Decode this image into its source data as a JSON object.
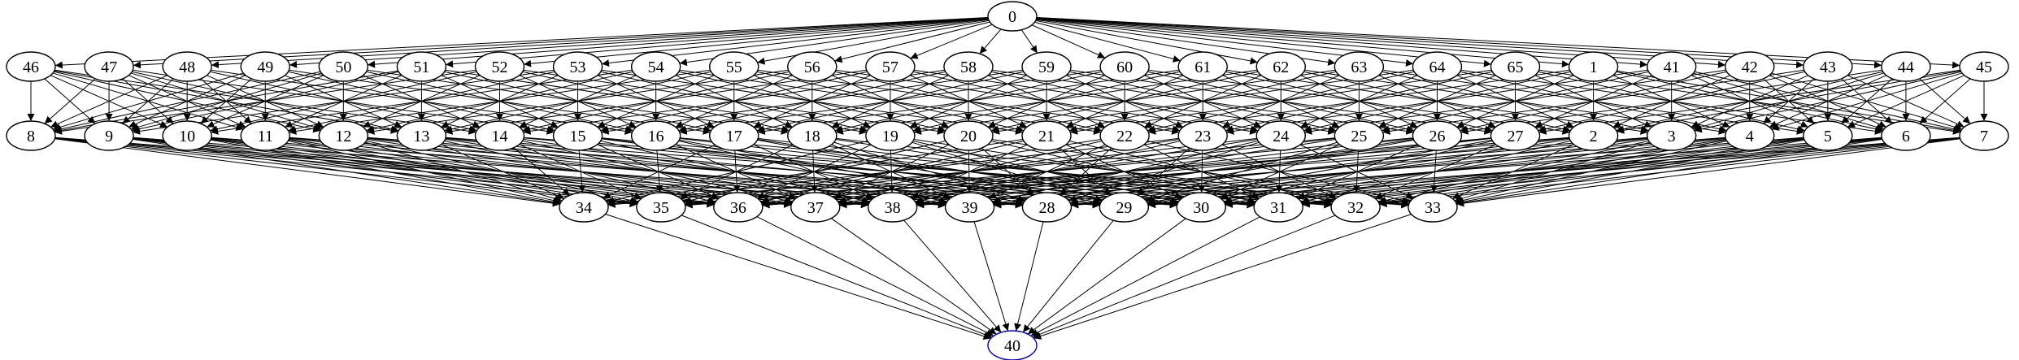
{
  "graph": {
    "rows": [
      [
        "0"
      ],
      [
        "46",
        "47",
        "48",
        "49",
        "50",
        "51",
        "52",
        "53",
        "54",
        "55",
        "56",
        "57",
        "58",
        "59",
        "60",
        "61",
        "62",
        "63",
        "64",
        "65",
        "1",
        "41",
        "42",
        "43",
        "44",
        "45"
      ],
      [
        "8",
        "9",
        "10",
        "11",
        "12",
        "13",
        "14",
        "15",
        "16",
        "17",
        "18",
        "19",
        "20",
        "21",
        "22",
        "23",
        "24",
        "25",
        "26",
        "27",
        "2",
        "3",
        "4",
        "5",
        "6",
        "7"
      ],
      [
        "34",
        "35",
        "36",
        "37",
        "38",
        "39",
        "28",
        "29",
        "30",
        "31",
        "32",
        "33"
      ],
      [
        "40"
      ]
    ],
    "highlight_nodes": [
      "40"
    ],
    "colors": {
      "background": "#ffffff",
      "node_stroke": "#000000",
      "highlight_stroke": "#0000cc",
      "edge": "#000000",
      "text": "#000000"
    },
    "edges": [
      [
        "0",
        "46"
      ],
      [
        "0",
        "47"
      ],
      [
        "0",
        "48"
      ],
      [
        "0",
        "49"
      ],
      [
        "0",
        "50"
      ],
      [
        "0",
        "51"
      ],
      [
        "0",
        "52"
      ],
      [
        "0",
        "53"
      ],
      [
        "0",
        "54"
      ],
      [
        "0",
        "55"
      ],
      [
        "0",
        "56"
      ],
      [
        "0",
        "57"
      ],
      [
        "0",
        "58"
      ],
      [
        "0",
        "59"
      ],
      [
        "0",
        "60"
      ],
      [
        "0",
        "61"
      ],
      [
        "0",
        "62"
      ],
      [
        "0",
        "63"
      ],
      [
        "0",
        "64"
      ],
      [
        "0",
        "65"
      ],
      [
        "0",
        "1"
      ],
      [
        "0",
        "41"
      ],
      [
        "0",
        "42"
      ],
      [
        "0",
        "43"
      ],
      [
        "0",
        "44"
      ],
      [
        "0",
        "45"
      ],
      [
        "46",
        "8"
      ],
      [
        "46",
        "9"
      ],
      [
        "46",
        "10"
      ],
      [
        "46",
        "11"
      ],
      [
        "46",
        "12"
      ],
      [
        "46",
        "13"
      ],
      [
        "46",
        "14"
      ],
      [
        "47",
        "8"
      ],
      [
        "47",
        "9"
      ],
      [
        "47",
        "10"
      ],
      [
        "47",
        "11"
      ],
      [
        "47",
        "12"
      ],
      [
        "47",
        "13"
      ],
      [
        "47",
        "15"
      ],
      [
        "48",
        "8"
      ],
      [
        "48",
        "9"
      ],
      [
        "48",
        "10"
      ],
      [
        "48",
        "11"
      ],
      [
        "48",
        "12"
      ],
      [
        "48",
        "14"
      ],
      [
        "48",
        "16"
      ],
      [
        "49",
        "8"
      ],
      [
        "49",
        "9"
      ],
      [
        "49",
        "10"
      ],
      [
        "49",
        "11"
      ],
      [
        "49",
        "13"
      ],
      [
        "49",
        "15"
      ],
      [
        "49",
        "17"
      ],
      [
        "50",
        "8"
      ],
      [
        "50",
        "9"
      ],
      [
        "50",
        "10"
      ],
      [
        "50",
        "12"
      ],
      [
        "50",
        "14"
      ],
      [
        "50",
        "16"
      ],
      [
        "50",
        "18"
      ],
      [
        "51",
        "8"
      ],
      [
        "51",
        "9"
      ],
      [
        "51",
        "11"
      ],
      [
        "51",
        "13"
      ],
      [
        "51",
        "15"
      ],
      [
        "51",
        "17"
      ],
      [
        "51",
        "19"
      ],
      [
        "52",
        "8"
      ],
      [
        "52",
        "10"
      ],
      [
        "52",
        "12"
      ],
      [
        "52",
        "14"
      ],
      [
        "52",
        "16"
      ],
      [
        "52",
        "18"
      ],
      [
        "52",
        "20"
      ],
      [
        "53",
        "9"
      ],
      [
        "53",
        "11"
      ],
      [
        "53",
        "13"
      ],
      [
        "53",
        "15"
      ],
      [
        "53",
        "17"
      ],
      [
        "53",
        "19"
      ],
      [
        "53",
        "21"
      ],
      [
        "54",
        "10"
      ],
      [
        "54",
        "12"
      ],
      [
        "54",
        "14"
      ],
      [
        "54",
        "16"
      ],
      [
        "54",
        "18"
      ],
      [
        "54",
        "20"
      ],
      [
        "54",
        "22"
      ],
      [
        "55",
        "11"
      ],
      [
        "55",
        "13"
      ],
      [
        "55",
        "15"
      ],
      [
        "55",
        "17"
      ],
      [
        "55",
        "19"
      ],
      [
        "55",
        "21"
      ],
      [
        "55",
        "23"
      ],
      [
        "56",
        "12"
      ],
      [
        "56",
        "14"
      ],
      [
        "56",
        "16"
      ],
      [
        "56",
        "18"
      ],
      [
        "56",
        "20"
      ],
      [
        "56",
        "22"
      ],
      [
        "56",
        "24"
      ],
      [
        "57",
        "13"
      ],
      [
        "57",
        "15"
      ],
      [
        "57",
        "17"
      ],
      [
        "57",
        "19"
      ],
      [
        "57",
        "21"
      ],
      [
        "57",
        "23"
      ],
      [
        "57",
        "25"
      ],
      [
        "58",
        "14"
      ],
      [
        "58",
        "16"
      ],
      [
        "58",
        "18"
      ],
      [
        "58",
        "20"
      ],
      [
        "58",
        "22"
      ],
      [
        "58",
        "24"
      ],
      [
        "58",
        "26"
      ],
      [
        "59",
        "15"
      ],
      [
        "59",
        "17"
      ],
      [
        "59",
        "19"
      ],
      [
        "59",
        "21"
      ],
      [
        "59",
        "23"
      ],
      [
        "59",
        "25"
      ],
      [
        "59",
        "27"
      ],
      [
        "60",
        "16"
      ],
      [
        "60",
        "18"
      ],
      [
        "60",
        "20"
      ],
      [
        "60",
        "22"
      ],
      [
        "60",
        "24"
      ],
      [
        "60",
        "26"
      ],
      [
        "60",
        "2"
      ],
      [
        "61",
        "17"
      ],
      [
        "61",
        "19"
      ],
      [
        "61",
        "21"
      ],
      [
        "61",
        "23"
      ],
      [
        "61",
        "25"
      ],
      [
        "61",
        "27"
      ],
      [
        "61",
        "3"
      ],
      [
        "62",
        "18"
      ],
      [
        "62",
        "20"
      ],
      [
        "62",
        "22"
      ],
      [
        "62",
        "24"
      ],
      [
        "62",
        "26"
      ],
      [
        "62",
        "2"
      ],
      [
        "62",
        "4"
      ],
      [
        "63",
        "19"
      ],
      [
        "63",
        "21"
      ],
      [
        "63",
        "23"
      ],
      [
        "63",
        "25"
      ],
      [
        "63",
        "27"
      ],
      [
        "63",
        "3"
      ],
      [
        "63",
        "5"
      ],
      [
        "64",
        "20"
      ],
      [
        "64",
        "22"
      ],
      [
        "64",
        "24"
      ],
      [
        "64",
        "26"
      ],
      [
        "64",
        "2"
      ],
      [
        "64",
        "4"
      ],
      [
        "64",
        "6"
      ],
      [
        "65",
        "21"
      ],
      [
        "65",
        "23"
      ],
      [
        "65",
        "25"
      ],
      [
        "65",
        "27"
      ],
      [
        "65",
        "3"
      ],
      [
        "65",
        "5"
      ],
      [
        "65",
        "7"
      ],
      [
        "1",
        "22"
      ],
      [
        "1",
        "24"
      ],
      [
        "1",
        "26"
      ],
      [
        "1",
        "2"
      ],
      [
        "1",
        "4"
      ],
      [
        "1",
        "6"
      ],
      [
        "1",
        "7"
      ],
      [
        "41",
        "23"
      ],
      [
        "41",
        "25"
      ],
      [
        "41",
        "27"
      ],
      [
        "41",
        "3"
      ],
      [
        "41",
        "5"
      ],
      [
        "41",
        "6"
      ],
      [
        "41",
        "7"
      ],
      [
        "42",
        "24"
      ],
      [
        "42",
        "26"
      ],
      [
        "42",
        "2"
      ],
      [
        "42",
        "4"
      ],
      [
        "42",
        "5"
      ],
      [
        "42",
        "6"
      ],
      [
        "42",
        "7"
      ],
      [
        "43",
        "25"
      ],
      [
        "43",
        "27"
      ],
      [
        "43",
        "3"
      ],
      [
        "43",
        "4"
      ],
      [
        "43",
        "5"
      ],
      [
        "43",
        "6"
      ],
      [
        "43",
        "7"
      ],
      [
        "44",
        "26"
      ],
      [
        "44",
        "2"
      ],
      [
        "44",
        "3"
      ],
      [
        "44",
        "4"
      ],
      [
        "44",
        "5"
      ],
      [
        "44",
        "6"
      ],
      [
        "44",
        "7"
      ],
      [
        "45",
        "27"
      ],
      [
        "45",
        "2"
      ],
      [
        "45",
        "3"
      ],
      [
        "45",
        "4"
      ],
      [
        "45",
        "5"
      ],
      [
        "45",
        "6"
      ],
      [
        "45",
        "7"
      ],
      [
        "8",
        "34"
      ],
      [
        "8",
        "35"
      ],
      [
        "8",
        "36"
      ],
      [
        "8",
        "37"
      ],
      [
        "8",
        "38"
      ],
      [
        "8",
        "39"
      ],
      [
        "9",
        "34"
      ],
      [
        "9",
        "35"
      ],
      [
        "9",
        "36"
      ],
      [
        "9",
        "37"
      ],
      [
        "9",
        "38"
      ],
      [
        "9",
        "28"
      ],
      [
        "10",
        "34"
      ],
      [
        "10",
        "35"
      ],
      [
        "10",
        "36"
      ],
      [
        "10",
        "37"
      ],
      [
        "10",
        "39"
      ],
      [
        "10",
        "29"
      ],
      [
        "11",
        "34"
      ],
      [
        "11",
        "35"
      ],
      [
        "11",
        "36"
      ],
      [
        "11",
        "38"
      ],
      [
        "11",
        "28"
      ],
      [
        "11",
        "30"
      ],
      [
        "12",
        "34"
      ],
      [
        "12",
        "35"
      ],
      [
        "12",
        "37"
      ],
      [
        "12",
        "39"
      ],
      [
        "12",
        "29"
      ],
      [
        "12",
        "31"
      ],
      [
        "13",
        "34"
      ],
      [
        "13",
        "36"
      ],
      [
        "13",
        "38"
      ],
      [
        "13",
        "28"
      ],
      [
        "13",
        "30"
      ],
      [
        "13",
        "32"
      ],
      [
        "14",
        "34"
      ],
      [
        "14",
        "35"
      ],
      [
        "14",
        "37"
      ],
      [
        "14",
        "39"
      ],
      [
        "14",
        "31"
      ],
      [
        "14",
        "33"
      ],
      [
        "15",
        "34"
      ],
      [
        "15",
        "36"
      ],
      [
        "15",
        "38"
      ],
      [
        "15",
        "29"
      ],
      [
        "15",
        "30"
      ],
      [
        "15",
        "32"
      ],
      [
        "16",
        "35"
      ],
      [
        "16",
        "37"
      ],
      [
        "16",
        "39"
      ],
      [
        "16",
        "28"
      ],
      [
        "16",
        "31"
      ],
      [
        "16",
        "33"
      ],
      [
        "17",
        "34"
      ],
      [
        "17",
        "36"
      ],
      [
        "17",
        "38"
      ],
      [
        "17",
        "29"
      ],
      [
        "17",
        "30"
      ],
      [
        "17",
        "32"
      ],
      [
        "18",
        "35"
      ],
      [
        "18",
        "37"
      ],
      [
        "18",
        "39"
      ],
      [
        "18",
        "28"
      ],
      [
        "18",
        "31"
      ],
      [
        "18",
        "33"
      ],
      [
        "19",
        "34"
      ],
      [
        "19",
        "36"
      ],
      [
        "19",
        "38"
      ],
      [
        "19",
        "29"
      ],
      [
        "19",
        "30"
      ],
      [
        "19",
        "32"
      ],
      [
        "20",
        "35"
      ],
      [
        "20",
        "37"
      ],
      [
        "20",
        "39"
      ],
      [
        "20",
        "28"
      ],
      [
        "20",
        "31"
      ],
      [
        "20",
        "33"
      ],
      [
        "21",
        "34"
      ],
      [
        "21",
        "36"
      ],
      [
        "21",
        "38"
      ],
      [
        "21",
        "29"
      ],
      [
        "21",
        "30"
      ],
      [
        "21",
        "32"
      ],
      [
        "22",
        "35"
      ],
      [
        "22",
        "37"
      ],
      [
        "22",
        "39"
      ],
      [
        "22",
        "28"
      ],
      [
        "22",
        "31"
      ],
      [
        "22",
        "33"
      ],
      [
        "23",
        "34"
      ],
      [
        "23",
        "36"
      ],
      [
        "23",
        "38"
      ],
      [
        "23",
        "29"
      ],
      [
        "23",
        "30"
      ],
      [
        "23",
        "32"
      ],
      [
        "24",
        "35"
      ],
      [
        "24",
        "37"
      ],
      [
        "24",
        "39"
      ],
      [
        "24",
        "28"
      ],
      [
        "24",
        "31"
      ],
      [
        "24",
        "33"
      ],
      [
        "25",
        "34"
      ],
      [
        "25",
        "36"
      ],
      [
        "25",
        "38"
      ],
      [
        "25",
        "29"
      ],
      [
        "25",
        "30"
      ],
      [
        "25",
        "32"
      ],
      [
        "26",
        "35"
      ],
      [
        "26",
        "37"
      ],
      [
        "26",
        "39"
      ],
      [
        "26",
        "28"
      ],
      [
        "26",
        "31"
      ],
      [
        "26",
        "33"
      ],
      [
        "27",
        "36"
      ],
      [
        "27",
        "37"
      ],
      [
        "27",
        "38"
      ],
      [
        "27",
        "29"
      ],
      [
        "27",
        "30"
      ],
      [
        "27",
        "32"
      ],
      [
        "2",
        "35"
      ],
      [
        "2",
        "37"
      ],
      [
        "2",
        "39"
      ],
      [
        "2",
        "29"
      ],
      [
        "2",
        "31"
      ],
      [
        "2",
        "33"
      ],
      [
        "3",
        "36"
      ],
      [
        "3",
        "38"
      ],
      [
        "3",
        "28"
      ],
      [
        "3",
        "30"
      ],
      [
        "3",
        "32"
      ],
      [
        "3",
        "33"
      ],
      [
        "4",
        "37"
      ],
      [
        "4",
        "39"
      ],
      [
        "4",
        "29"
      ],
      [
        "4",
        "31"
      ],
      [
        "4",
        "32"
      ],
      [
        "4",
        "33"
      ],
      [
        "5",
        "38"
      ],
      [
        "5",
        "28"
      ],
      [
        "5",
        "30"
      ],
      [
        "5",
        "31"
      ],
      [
        "5",
        "32"
      ],
      [
        "5",
        "33"
      ],
      [
        "6",
        "39"
      ],
      [
        "6",
        "29"
      ],
      [
        "6",
        "30"
      ],
      [
        "6",
        "31"
      ],
      [
        "6",
        "32"
      ],
      [
        "6",
        "33"
      ],
      [
        "7",
        "28"
      ],
      [
        "7",
        "29"
      ],
      [
        "7",
        "30"
      ],
      [
        "7",
        "31"
      ],
      [
        "7",
        "32"
      ],
      [
        "7",
        "33"
      ],
      [
        "34",
        "40"
      ],
      [
        "35",
        "40"
      ],
      [
        "36",
        "40"
      ],
      [
        "37",
        "40"
      ],
      [
        "38",
        "40"
      ],
      [
        "39",
        "40"
      ],
      [
        "28",
        "40"
      ],
      [
        "29",
        "40"
      ],
      [
        "30",
        "40"
      ],
      [
        "31",
        "40"
      ],
      [
        "32",
        "40"
      ],
      [
        "33",
        "40"
      ]
    ]
  }
}
